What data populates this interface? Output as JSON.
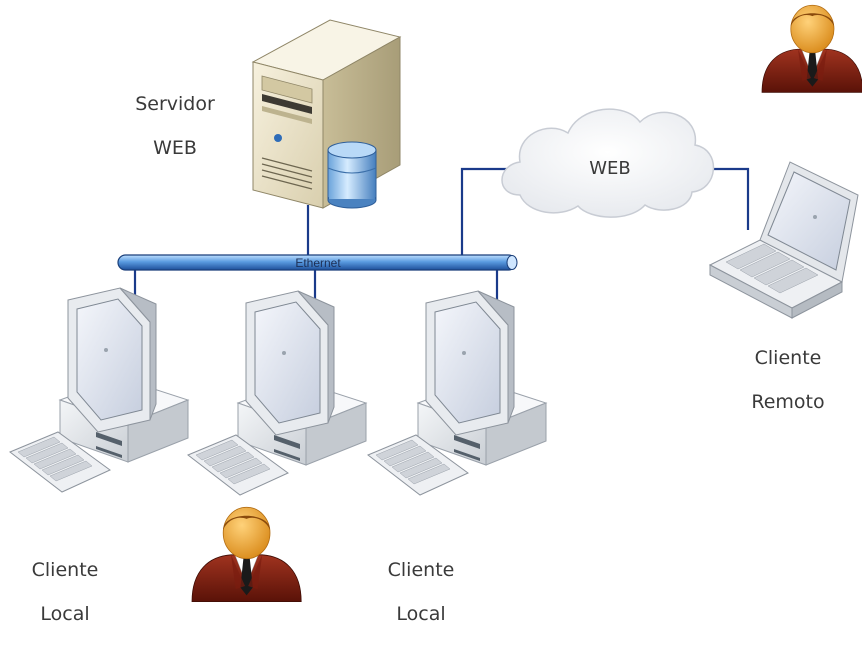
{
  "server": {
    "line1": "Servidor",
    "line2": "WEB"
  },
  "network": {
    "bus_label": "Ethernet",
    "cloud_label": "WEB"
  },
  "clients": {
    "remote": {
      "line1": "Cliente",
      "line2": "Remoto"
    },
    "local_left": {
      "line1": "Cliente",
      "line2": "Local"
    },
    "local_right": {
      "line1": "Cliente",
      "line2": "Local"
    }
  },
  "colors": {
    "link": "#1a3a8a",
    "bus": "#4f8fd0",
    "user_suit": "#7a1c10",
    "user_skin": "#f0a030"
  }
}
